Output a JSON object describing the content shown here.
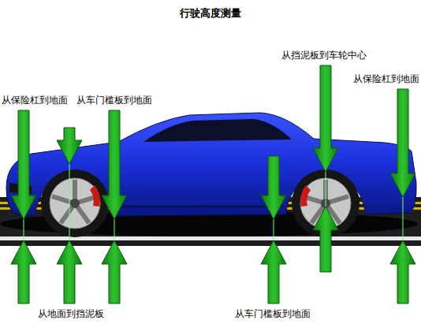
{
  "diagram": {
    "title": "行驶高度测量",
    "labels": [
      "从挡泥板到车轮中心",
      "从保险杠到地面",
      "从保险杠到地面",
      "从车门槛板到地面",
      "从地面到挡泥板",
      "从车门槛板到地面"
    ]
  }
}
